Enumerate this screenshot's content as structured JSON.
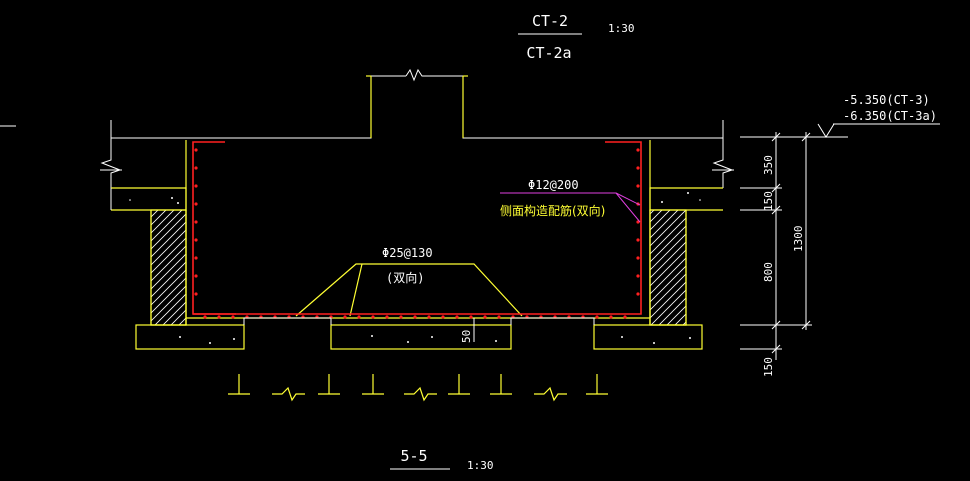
{
  "header": {
    "title_top": "CT-2",
    "title_bottom": "CT-2a",
    "scale": "1:30"
  },
  "elevations": {
    "top": "-5.350(CT-3)",
    "bottom": "-6.350(CT-3a)"
  },
  "dimensions": {
    "d350": "350",
    "d150_top": "150",
    "d800": "800",
    "d150_bottom": "150",
    "total": "1300"
  },
  "rebar": {
    "side_spec": "Φ12@200",
    "side_note": "侧面构造配筋(双向)",
    "bottom_spec": "Φ25@130",
    "bottom_note": "(双向)"
  },
  "misc": {
    "cover": "50"
  },
  "footer": {
    "section": "5-5",
    "scale": "1:30"
  },
  "colors": {
    "background": "#000000",
    "outline": "#ffffff",
    "structure": "#ffff33",
    "rebar": "#ff2020",
    "leader": "#e040e0"
  }
}
